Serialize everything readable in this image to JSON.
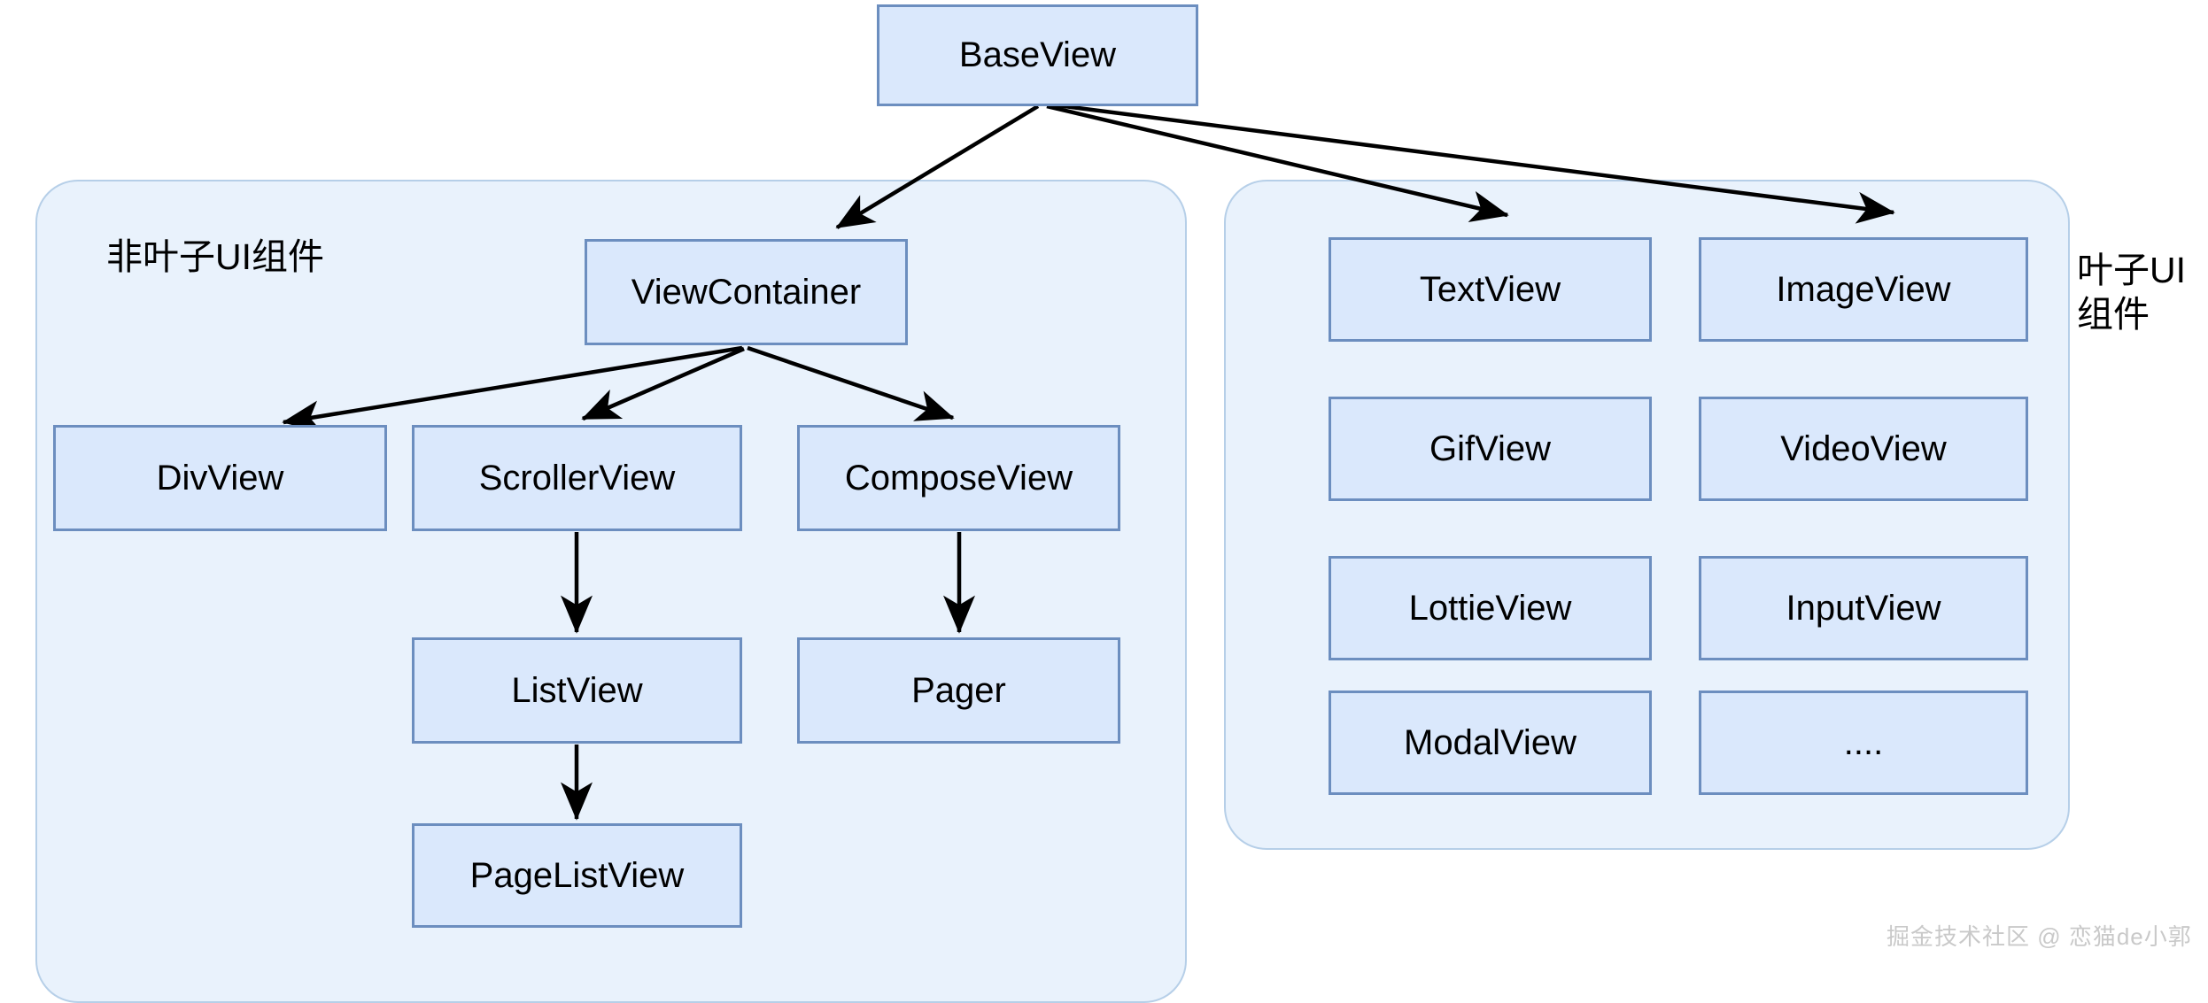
{
  "diagram": {
    "title_node": {
      "label": "BaseView"
    },
    "groups": [
      {
        "id": "non-leaf",
        "label": "非叶子UI组件"
      },
      {
        "id": "leaf",
        "label": "叶子UI\n组件"
      }
    ],
    "nodes": [
      {
        "id": "baseview",
        "label": "BaseView"
      },
      {
        "id": "viewcontainer",
        "label": "ViewContainer"
      },
      {
        "id": "divview",
        "label": "DivView"
      },
      {
        "id": "scrollerview",
        "label": "ScrollerView"
      },
      {
        "id": "composeview",
        "label": "ComposeView"
      },
      {
        "id": "listview",
        "label": "ListView"
      },
      {
        "id": "pager",
        "label": "Pager"
      },
      {
        "id": "pagelistview",
        "label": "PageListView"
      },
      {
        "id": "textview",
        "label": "TextView"
      },
      {
        "id": "imageview",
        "label": "ImageView"
      },
      {
        "id": "gifview",
        "label": "GifView"
      },
      {
        "id": "videoview",
        "label": "VideoView"
      },
      {
        "id": "lottieview",
        "label": "LottieView"
      },
      {
        "id": "inputview",
        "label": "InputView"
      },
      {
        "id": "modalview",
        "label": "ModalView"
      },
      {
        "id": "dots",
        "label": "...."
      }
    ],
    "edges": [
      {
        "from": "baseview",
        "to": "viewcontainer"
      },
      {
        "from": "baseview",
        "to": "textview"
      },
      {
        "from": "baseview",
        "to": "imageview"
      },
      {
        "from": "viewcontainer",
        "to": "divview"
      },
      {
        "from": "viewcontainer",
        "to": "scrollerview"
      },
      {
        "from": "viewcontainer",
        "to": "composeview"
      },
      {
        "from": "scrollerview",
        "to": "listview"
      },
      {
        "from": "composeview",
        "to": "pager"
      },
      {
        "from": "listview",
        "to": "pagelistview"
      }
    ],
    "colors": {
      "node_fill": "#dae8fc",
      "node_border": "#6c8ebf",
      "group_fill": "#e9f2fc",
      "group_border": "#b6cfe8",
      "edge": "#000000",
      "text": "#000000",
      "watermark": "#c9c9c9",
      "background": "#ffffff"
    }
  },
  "watermark": {
    "text": "掘金技术社区 @ 恋猫de小郭"
  }
}
